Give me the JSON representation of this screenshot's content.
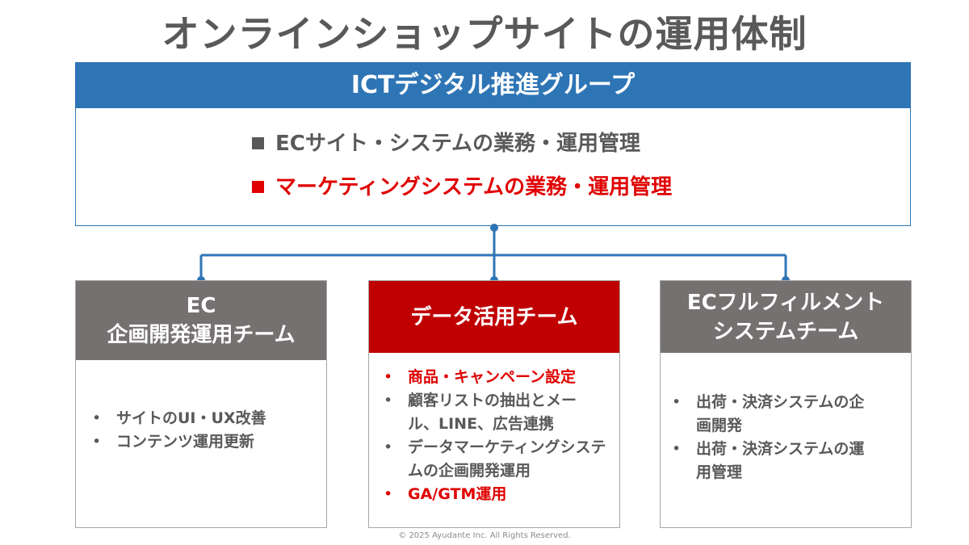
{
  "title": "オンラインショップサイトの運用体制",
  "top_group": {
    "name": "ICTデジタル推進グループ",
    "items": [
      {
        "text": "ECサイト・システムの業務・運用管理",
        "color": "#595959"
      },
      {
        "text": "マーケティングシステムの業務・運用管理",
        "color": "#e00000"
      }
    ]
  },
  "teams": [
    {
      "name_lines": [
        "EC",
        "企画開発運用チーム"
      ],
      "header_color": "#767171",
      "items": [
        {
          "text": "サイトのUI・UX改善",
          "highlight": false
        },
        {
          "text": "コンテンツ運用更新",
          "highlight": false
        }
      ]
    },
    {
      "name_lines": [
        "データ活用チーム"
      ],
      "header_color": "#c00000",
      "items": [
        {
          "text": "商品・キャンペーン設定",
          "highlight": true
        },
        {
          "text": "顧客リストの抽出とメール、LINE、広告連携",
          "highlight": false
        },
        {
          "text": "データマーケティングシステムの企画開発運用",
          "highlight": false
        },
        {
          "text": "GA/GTM運用",
          "highlight": true
        }
      ]
    },
    {
      "name_lines": [
        "ECフルフィルメント",
        "システムチーム"
      ],
      "header_color": "#767171",
      "items": [
        {
          "text": "出荷・決済システムの企画開発",
          "highlight": false
        },
        {
          "text": "出荷・決済システムの運用管理",
          "highlight": false
        }
      ]
    }
  ],
  "colors": {
    "accent_blue": "#2e75b6",
    "highlight_red": "#e00000",
    "team_gray": "#767171",
    "team_red": "#c00000",
    "text_gray": "#595959"
  },
  "footer": "© 2025 Ayudante Inc. All Rights Reserved."
}
